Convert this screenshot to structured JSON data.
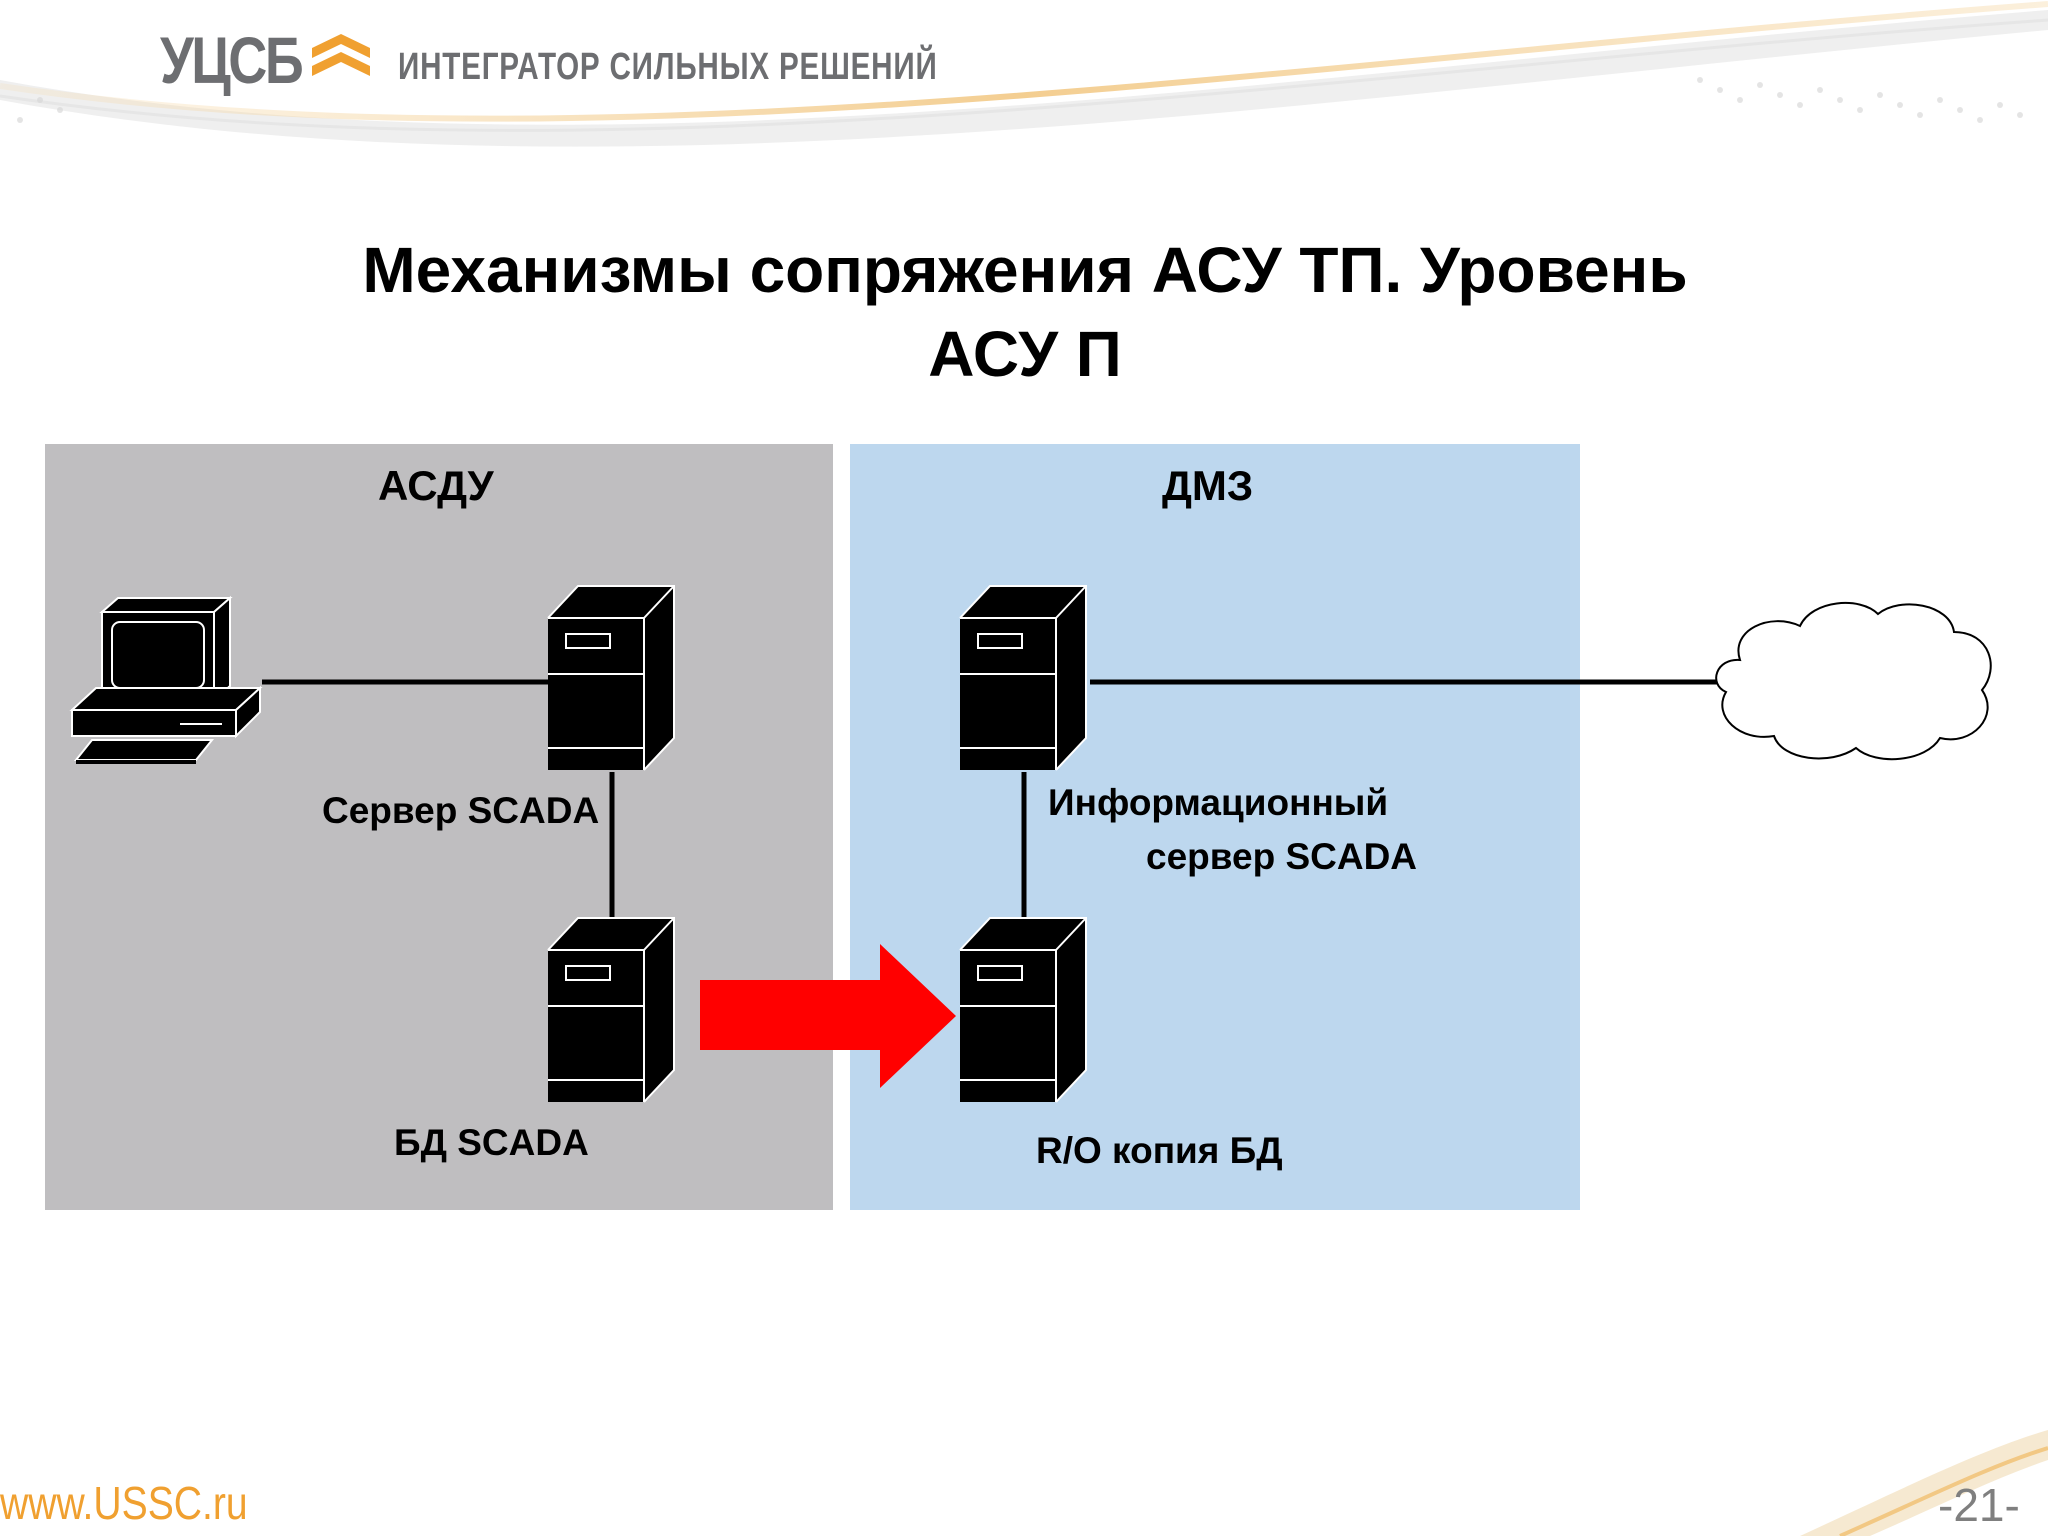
{
  "header": {
    "logo_text": "УЦСБ",
    "tagline": "ИНТЕГРАТОР СИЛЬНЫХ РЕШЕНИЙ"
  },
  "slide": {
    "title_line1": "Механизмы сопряжения АСУ ТП. Уровень",
    "title_line2": "АСУ П"
  },
  "zones": {
    "asdu": {
      "label": "АСДУ",
      "color": "#bfbec0"
    },
    "dmz": {
      "label": "ДМЗ",
      "color": "#bdd7ee"
    }
  },
  "nodes": {
    "scada_server": "Сервер SCADA",
    "scada_db": "БД SCADA",
    "info_server_line1": "Информационный",
    "info_server_line2": "сервер SCADA",
    "ro_copy": "R/O копия БД"
  },
  "colors": {
    "arrow": "#ff0000",
    "accent": "#f0a030"
  },
  "footer": {
    "url": "www.USSC.ru",
    "page": "-21-"
  }
}
